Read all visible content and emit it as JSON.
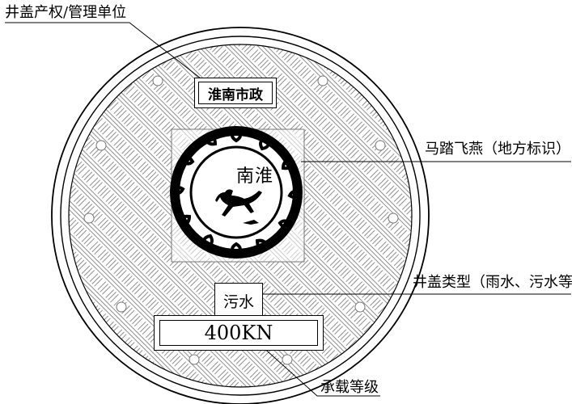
{
  "callouts": {
    "owner_unit": "井盖产权/管理单位",
    "local_emblem": "马踏飞燕（地方标识）",
    "cover_type": "井盖类型（雨水、污水等",
    "load_class": "承载等级"
  },
  "plates": {
    "owner_text": "淮南市政",
    "type_text": "污水",
    "load_text": "400KN"
  },
  "emblem": {
    "seal_text": "南淮",
    "horse_icon": "flying-horse-icon"
  },
  "colors": {
    "line": "#000000",
    "hatch": "#9a9a9a",
    "background": "#ffffff"
  }
}
